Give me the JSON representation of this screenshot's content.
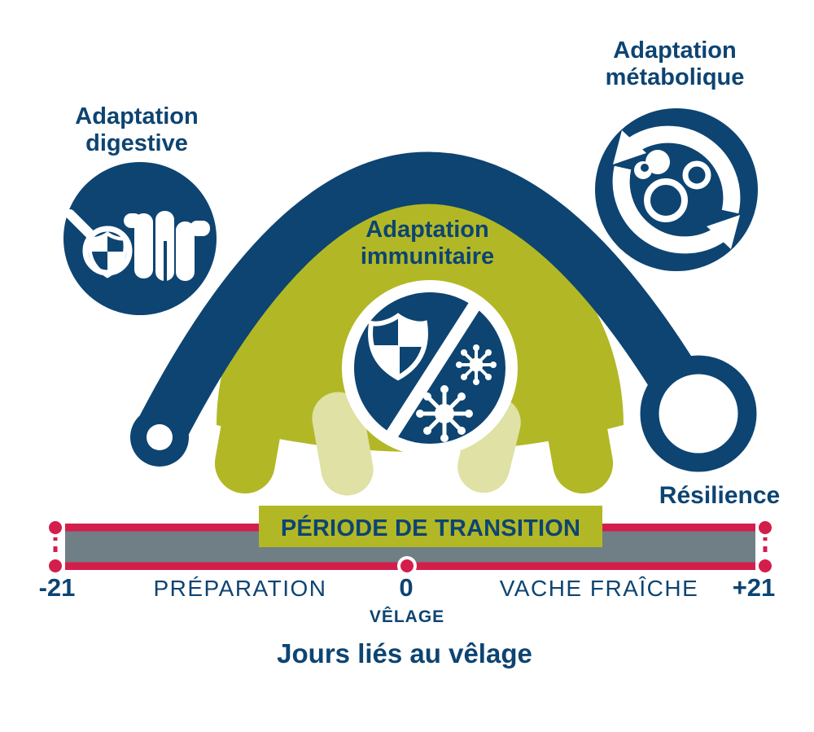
{
  "colors": {
    "navy": "#0d4472",
    "olive_green": "#b2b825",
    "pale_green": "#dfe1a5",
    "red": "#d31e4c",
    "gray": "#6f7f85",
    "white": "#ffffff"
  },
  "adaptations": {
    "digestive": {
      "line1": "Adaptation",
      "line2": "digestive",
      "icon": "gut-magnifier-shield-icon"
    },
    "metabolic": {
      "line1": "Adaptation",
      "line2": "métabolique",
      "icon": "metabolism-recycle-icon"
    },
    "immune": {
      "line1": "Adaptation",
      "line2": "immunitaire",
      "icon": "shield-slash-pathogens-icon"
    }
  },
  "resilience": {
    "label": "Résilience",
    "icon": "resilience-ring-icon"
  },
  "timeline": {
    "banner_label": "PÉRIODE DE TRANSITION",
    "tick_start": "-21",
    "tick_mid": "0",
    "tick_end": "+21",
    "phase_left": "PRÉPARATION",
    "phase_right": "VACHE FRAÎCHE",
    "event_label": "VÊLAGE",
    "axis_title": "Jours liés au vêlage"
  }
}
